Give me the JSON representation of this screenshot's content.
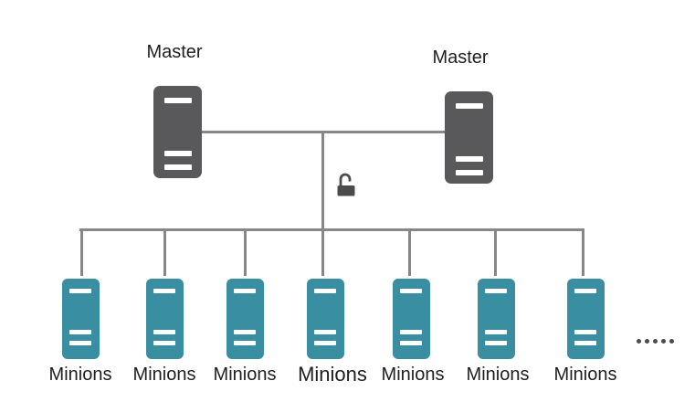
{
  "colors": {
    "background": "#FFFFFF",
    "master": "#59595B",
    "minion": "#3A8EA1",
    "line": "#878787",
    "text": "#1E1E1E",
    "icon": "#4B4B4D"
  },
  "masters": [
    {
      "label": "Master"
    },
    {
      "label": "Master"
    }
  ],
  "minions": {
    "labels": [
      "Minions",
      "Minions",
      "Minions",
      "Minions",
      "Minions",
      "Minions",
      "Minions"
    ]
  },
  "icons": {
    "lock": "unlocked-padlock",
    "master_node": "server-tower",
    "minion_node": "server-tower"
  },
  "overflow_dot_count": 5
}
